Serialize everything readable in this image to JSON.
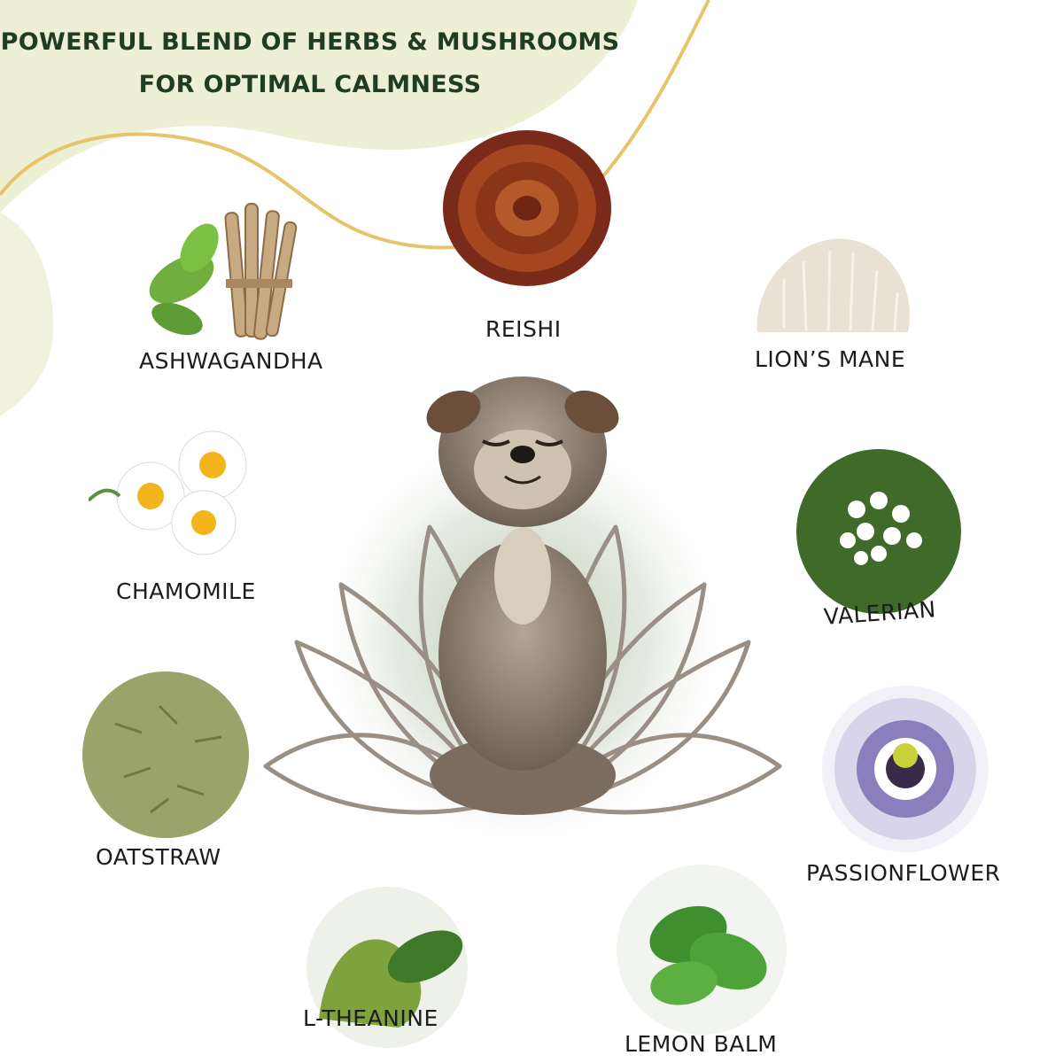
{
  "header": {
    "line1": "POWERFUL BLEND OF HERBS & MUSHROOMS",
    "line2": "FOR OPTIMAL CALMNESS"
  },
  "ingredients": [
    {
      "name": "ASHWAGANDHA"
    },
    {
      "name": "REISHI"
    },
    {
      "name": "LION’S MANE"
    },
    {
      "name": "CHAMOMILE"
    },
    {
      "name": "VALERIAN"
    },
    {
      "name": "OATSTRAW"
    },
    {
      "name": "PASSIONFLOWER"
    },
    {
      "name": "L-THEANINE"
    },
    {
      "name": "LEMON BALM"
    }
  ],
  "colors": {
    "headline": "#1f3d23",
    "blob": "#eef0d6",
    "wave": "#e6c46a",
    "lotus": "#9a8f85",
    "glow": "#b7c4a8"
  },
  "icons": [
    "lotus-outline",
    "meditating-dog"
  ]
}
